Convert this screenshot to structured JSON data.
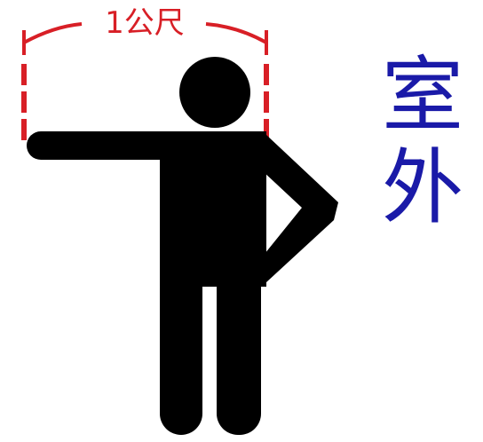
{
  "measure": {
    "label": "1公尺",
    "color": "#d81f26"
  },
  "figure": {
    "name": "person-pictogram",
    "color": "#000000"
  },
  "side_label": {
    "chars": [
      "室",
      "外"
    ],
    "color": "#1a1aa8"
  }
}
